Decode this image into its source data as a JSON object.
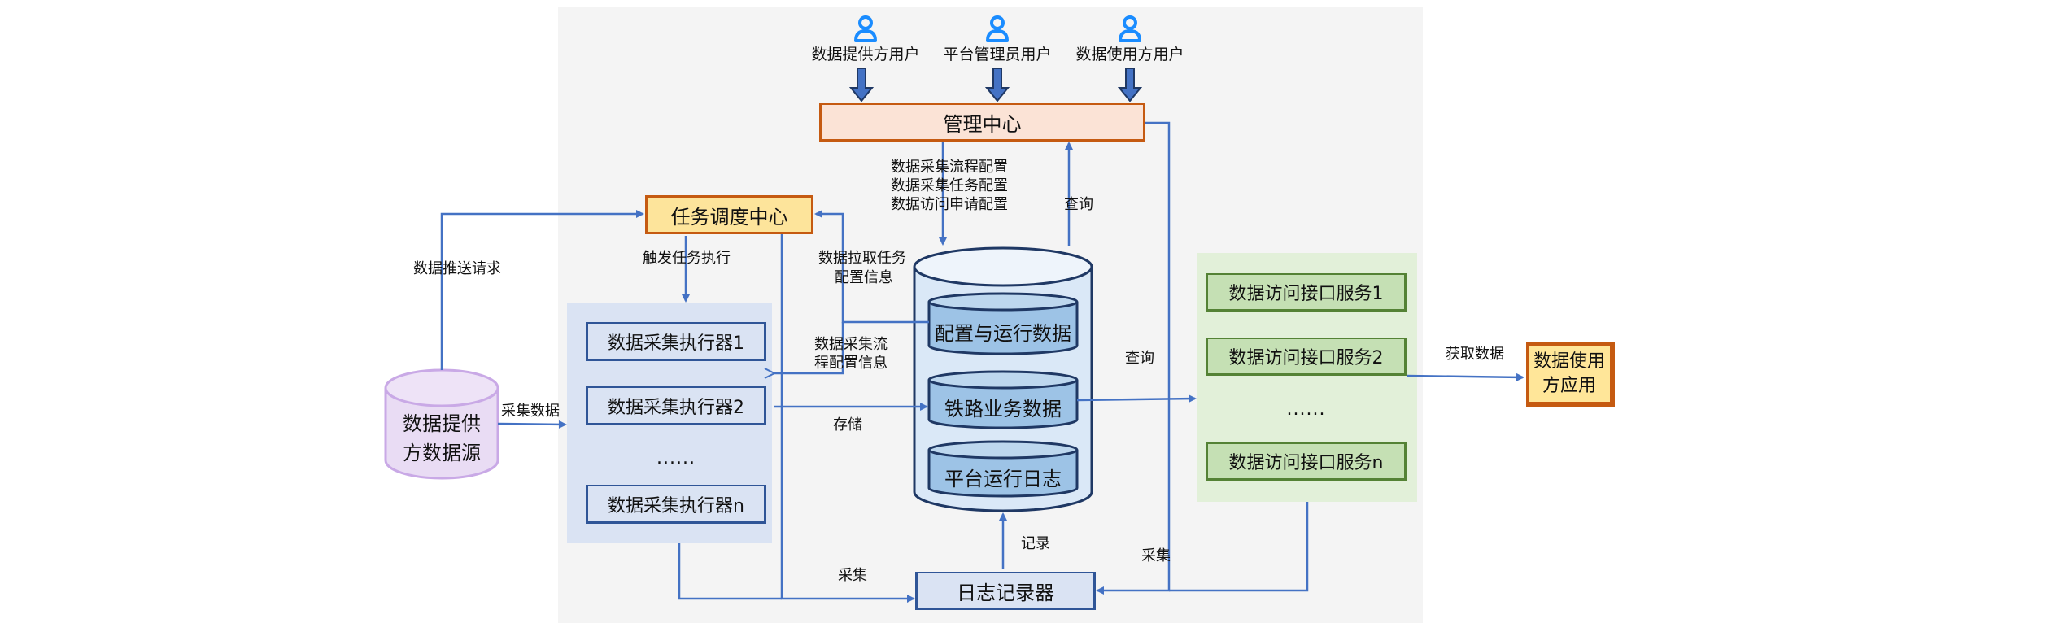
{
  "users": [
    {
      "label": "数据提供方用户",
      "icon": "user-icon"
    },
    {
      "label": "平台管理员用户",
      "icon": "user-icon"
    },
    {
      "label": "数据使用方用户",
      "icon": "user-icon"
    }
  ],
  "management_center": {
    "label": "管理中心"
  },
  "task_scheduler": {
    "label": "任务调度中心"
  },
  "data_source": {
    "label_line1": "数据提供",
    "label_line2": "方数据源"
  },
  "executors": {
    "items": [
      "数据采集执行器1",
      "数据采集执行器2",
      "数据采集执行器n"
    ],
    "ellipsis": "......"
  },
  "database": {
    "layers": [
      "配置与运行数据",
      "铁路业务数据",
      "平台运行日志"
    ]
  },
  "services": {
    "items": [
      "数据访问接口服务1",
      "数据访问接口服务2",
      "数据访问接口服务n"
    ],
    "ellipsis": "......"
  },
  "log_recorder": {
    "label": "日志记录器"
  },
  "consumer_app": {
    "label": "数据使用方应用"
  },
  "edge_labels": {
    "config_line1": "数据采集流程配置",
    "config_line2": "数据采集任务配置",
    "config_line3": "数据访问申请配置",
    "query_mgmt": "查询",
    "push_request": "数据推送请求",
    "trigger_task": "触发任务执行",
    "pull_task_line1": "数据拉取任务",
    "pull_task_line2": "配置信息",
    "flow_config_line1": "数据采集流",
    "flow_config_line2": "程配置信息",
    "collect_data": "采集数据",
    "store": "存储",
    "query_db": "查询",
    "fetch_data": "获取数据",
    "record": "记录",
    "collect_left": "采集",
    "collect_right": "采集"
  },
  "colors": {
    "line": "#4472c4",
    "user_icon": "#1a8cff",
    "big_arrow": "#2f5597",
    "orange_border": "#c55a11",
    "navy_border": "#2f5597",
    "green_border": "#548235"
  }
}
